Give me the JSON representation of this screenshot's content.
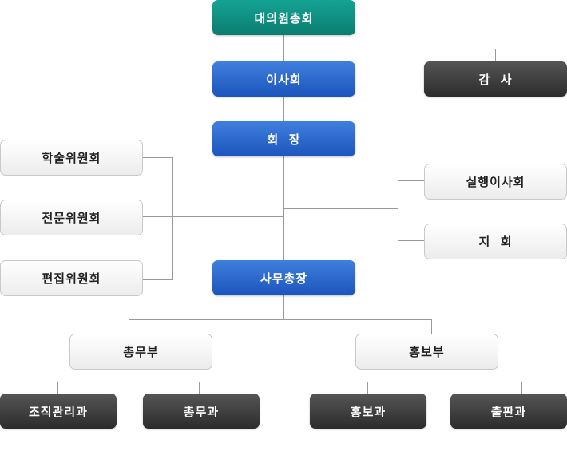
{
  "org": {
    "assembly": "대의원총회",
    "board": "이사회",
    "auditor": "감  사",
    "president": "회  장",
    "academic_committee": "학술위원회",
    "expert_committee": "전문위원회",
    "editorial_committee": "편집위원회",
    "executive_board": "실행이사회",
    "branch": "지  회",
    "secretary_general": "사무총장",
    "general_affairs_dept": "총무부",
    "pr_dept": "홍보부",
    "org_management_section": "조직관리과",
    "general_affairs_section": "총무과",
    "pr_section": "홍보과",
    "publishing_section": "출판과"
  },
  "colors": {
    "top": "#0b7c70",
    "core": "#1c55bd",
    "dark": "#2c2c2c",
    "light": "#ececec",
    "connector": "#9a9a9a"
  }
}
